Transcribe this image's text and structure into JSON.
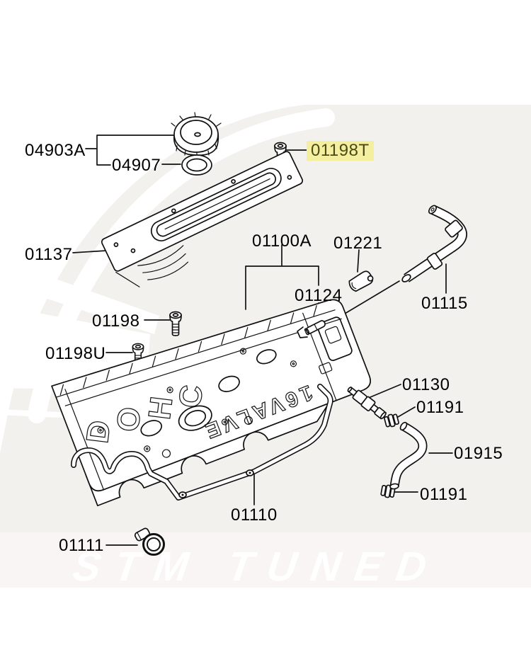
{
  "page": {
    "background": "#ffffff",
    "panel_color": "#f3f1ee",
    "panel_light_band": "#f8f6f4",
    "line_color": "#111111"
  },
  "watermark": {
    "text": "STM TUNED",
    "color": "#ffffff"
  },
  "highlight": {
    "color": "#f4ef9f",
    "text_color": "#4a4a18"
  },
  "parts": [
    {
      "label": "04903A",
      "highlighted": false
    },
    {
      "label": "04907",
      "highlighted": false
    },
    {
      "label": "01198T",
      "highlighted": true
    },
    {
      "label": "01137",
      "highlighted": false
    },
    {
      "label": "01100A",
      "highlighted": false
    },
    {
      "label": "01221",
      "highlighted": false
    },
    {
      "label": "01124",
      "highlighted": false
    },
    {
      "label": "01115",
      "highlighted": false
    },
    {
      "label": "01198",
      "highlighted": false
    },
    {
      "label": "01198U",
      "highlighted": false
    },
    {
      "label": "01130",
      "highlighted": false
    },
    {
      "label": "01191",
      "highlighted": false
    },
    {
      "label": "01915",
      "highlighted": false
    },
    {
      "label": "01191",
      "highlighted": false
    },
    {
      "label": "01110",
      "highlighted": false
    },
    {
      "label": "01111",
      "highlighted": false
    }
  ]
}
